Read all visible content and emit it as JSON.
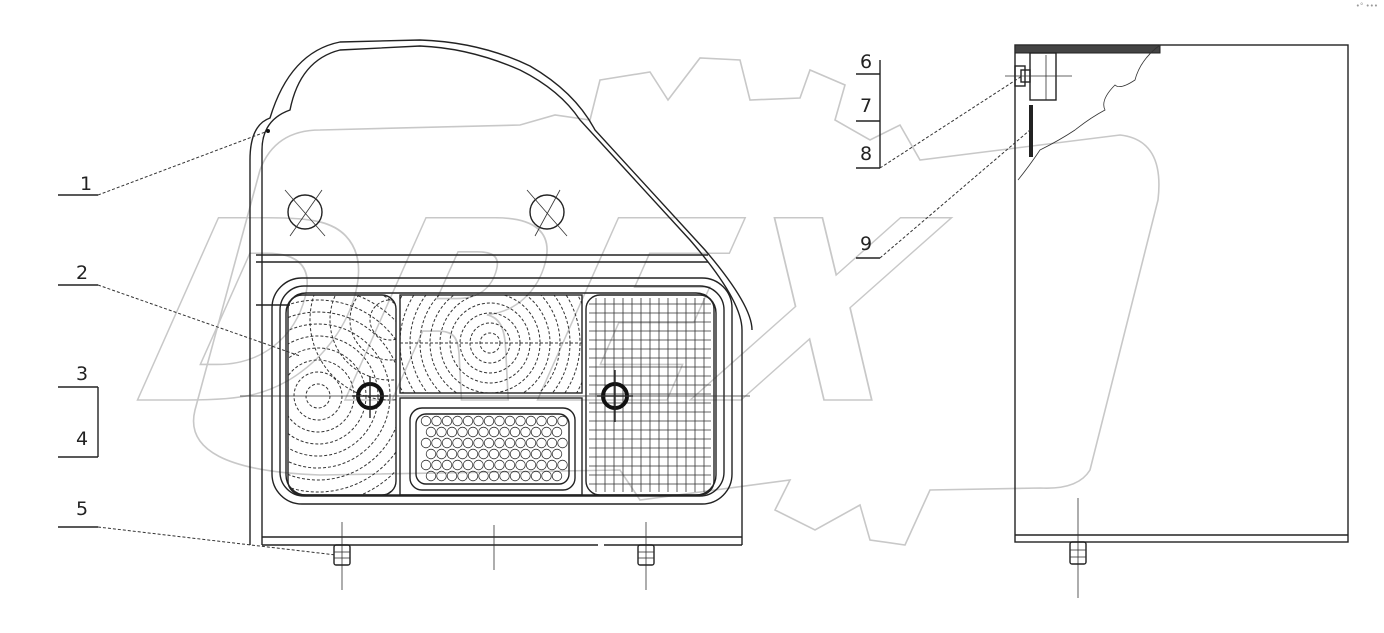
{
  "drawing": {
    "callouts": [
      {
        "id": "c1",
        "label": "1"
      },
      {
        "id": "c2",
        "label": "2"
      },
      {
        "id": "c3",
        "label": "3"
      },
      {
        "id": "c4",
        "label": "4"
      },
      {
        "id": "c5",
        "label": "5"
      },
      {
        "id": "c6",
        "label": "6"
      },
      {
        "id": "c7",
        "label": "7"
      },
      {
        "id": "c8",
        "label": "8"
      },
      {
        "id": "c9",
        "label": "9"
      }
    ],
    "watermark": {
      "text": "DREX",
      "shape": "gear-logo"
    },
    "corner_mark": "•° •••"
  }
}
